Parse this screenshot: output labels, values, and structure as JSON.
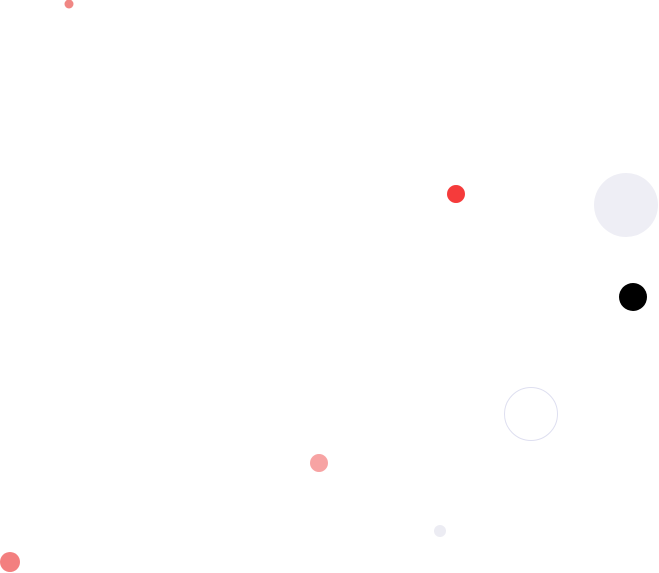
{
  "decoration": {
    "dots": [
      {
        "name": "dot-coral-small-top",
        "fill": "#f08784",
        "stroke": ""
      },
      {
        "name": "dot-red-medium",
        "fill": "#f53b3b",
        "stroke": ""
      },
      {
        "name": "dot-lavender-large",
        "fill": "#eeeef5",
        "stroke": ""
      },
      {
        "name": "dot-black-medium",
        "fill": "#000000",
        "stroke": ""
      },
      {
        "name": "ring-outline-large",
        "fill": "#ffffff",
        "stroke": "#dedff0"
      },
      {
        "name": "dot-pink-medium",
        "fill": "#f7a3a3",
        "stroke": ""
      },
      {
        "name": "dot-lavender-small",
        "fill": "#ececf3",
        "stroke": ""
      },
      {
        "name": "dot-coral-bottom-left",
        "fill": "#f37f7f",
        "stroke": ""
      }
    ]
  }
}
